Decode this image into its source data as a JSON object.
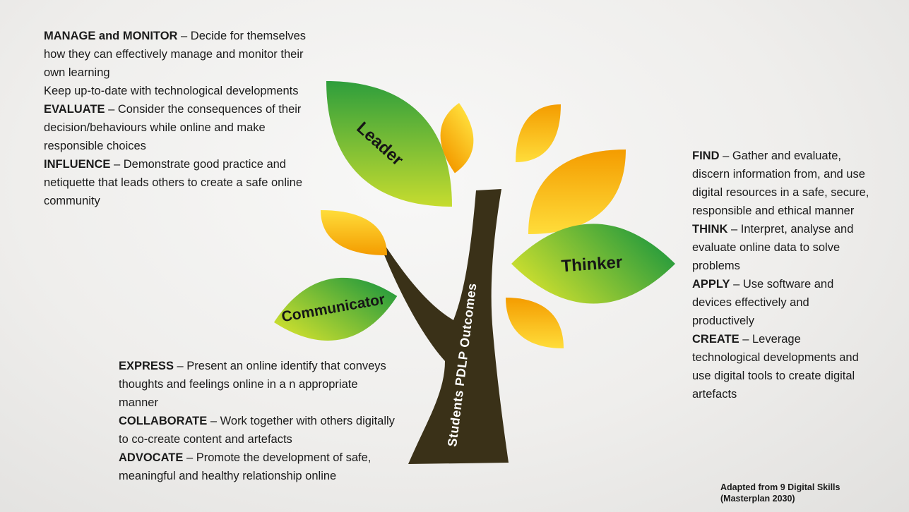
{
  "blocks": {
    "top_left": {
      "paragraphs": [
        [
          {
            "t": "MANAGE and MONITOR",
            "b": true
          },
          {
            "t": " – Decide for themselves how they can effectively manage and monitor their own learning",
            "b": false
          }
        ],
        [
          {
            "t": "Keep up-to-date with technological developments",
            "b": false
          }
        ],
        [
          {
            "t": "EVALUATE",
            "b": true
          },
          {
            "t": " – Consider the consequences of their decision/behaviours while online and make responsible choices",
            "b": false
          }
        ],
        [
          {
            "t": "INFLUENCE",
            "b": true
          },
          {
            "t": " – Demonstrate good practice and netiquette that leads others to create a safe online community",
            "b": false
          }
        ]
      ]
    },
    "right": {
      "paragraphs": [
        [
          {
            "t": "FIND",
            "b": true
          },
          {
            "t": " – Gather and evaluate, discern information from, and use digital resources in a safe, secure, responsible and ethical manner",
            "b": false
          }
        ],
        [
          {
            "t": "THINK",
            "b": true
          },
          {
            "t": " – Interpret, analyse and evaluate online data to solve problems",
            "b": false
          }
        ],
        [
          {
            "t": "APPLY",
            "b": true
          },
          {
            "t": " – Use software and devices effectively and productively",
            "b": false
          }
        ],
        [
          {
            "t": "CREATE",
            "b": true
          },
          {
            "t": " – Leverage technological developments and use digital tools to create digital artefacts",
            "b": false
          }
        ]
      ]
    },
    "bottom_left": {
      "paragraphs": [
        [
          {
            "t": "EXPRESS",
            "b": true
          },
          {
            "t": " – Present an online identify that conveys thoughts and feelings online in a n appropriate manner",
            "b": false
          }
        ],
        [
          {
            "t": "COLLABORATE",
            "b": true
          },
          {
            "t": " – Work together with others digitally to co-create content and artefacts",
            "b": false
          }
        ],
        [
          {
            "t": "ADVOCATE",
            "b": true
          },
          {
            "t": " – Promote the development of safe, meaningful and healthy relationship online",
            "b": false
          }
        ]
      ]
    }
  },
  "tree": {
    "trunk_label": "Students PDLP Outcomes",
    "leaf_labels": {
      "leader": "Leader",
      "thinker": "Thinker",
      "communicator": "Communicator"
    }
  },
  "caption": {
    "line1": "Adapted from 9 Digital Skills",
    "line2": "(Masterplan 2030)"
  },
  "colors": {
    "trunk": "#3a3118",
    "green_dark": "#2e9e3c",
    "green_light": "#c6dc2f",
    "orange_dark": "#f49c00",
    "orange_light": "#ffdd3a",
    "label_text": "#161616",
    "trunk_text": "#ffffff"
  }
}
